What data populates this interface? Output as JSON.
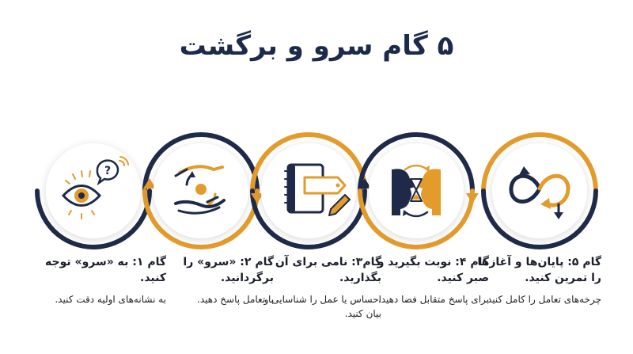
{
  "title": "۵ گام سرو و برگشت",
  "colors": {
    "navy": "#1e2a47",
    "orange": "#e39b2c",
    "circle_fill": "#ffffff"
  },
  "steps": [
    {
      "title": "گام ۱: به «سرو» توجه کنید.",
      "description": "به نشانه‌های اولیه دقت کنید.",
      "icon": "eye-question-icon"
    },
    {
      "title": "گام ۲: «سرو» را برگردانید.",
      "description": "با تعامل پاسخ دهید.",
      "icon": "hand-exchange-icon"
    },
    {
      "title": "گام۳: نامی برای آن بگذارید.",
      "description": "احساس یا عمل را شناسایی و بیان کنید.",
      "icon": "notebook-pencil-icon"
    },
    {
      "title": "گام ۴: نوبت بگیرید و صبر کنید.",
      "description": "برای پاسخ متقابل فضا دهید.",
      "icon": "faces-hourglass-icon"
    },
    {
      "title": "گام ۵: پایان‌ها و آغازها را تمرین کنید.",
      "description": "چرخه‌های تعامل را کامل کنید.",
      "icon": "cycle-arrows-icon"
    }
  ]
}
